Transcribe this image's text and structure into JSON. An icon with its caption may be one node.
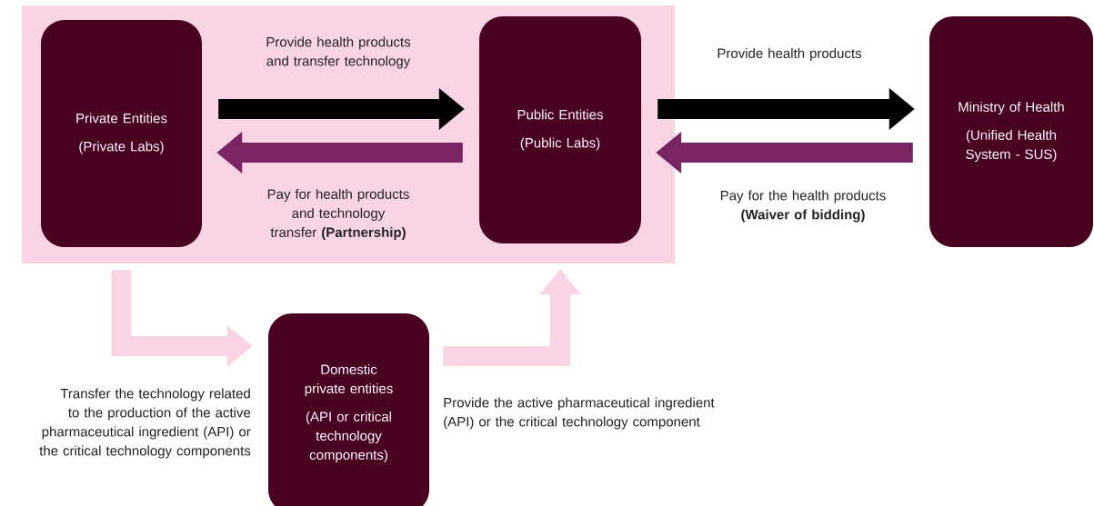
{
  "diagram": {
    "nodes": [
      {
        "text": [],
        "shape": "box"
      },
      {
        "text": [
          "Private Entities",
          "(Private Labs)"
        ],
        "in": 0
      },
      {
        "text": [
          "Public Entities",
          "(Public Labs)"
        ],
        "in": 0
      },
      {
        "text": [
          "Ministry of Health",
          "(Unified Health System - SUS)"
        ]
      },
      {
        "text": [
          "Domestic private entities",
          "(API or critical technology components)"
        ]
      }
    ],
    "edges": [
      {
        "from": 1,
        "to": 2,
        "arrow": "to",
        "label": "Provide health products and transfer technology",
        "color": "#000000"
      },
      {
        "from": 2,
        "to": 1,
        "arrow": "to",
        "label": "Pay for health products and technology transfer **(Partnership)**",
        "color": "#7a2463"
      },
      {
        "from": 2,
        "to": 3,
        "arrow": "to",
        "label": "Provide health products",
        "color": "#000000"
      },
      {
        "from": 3,
        "to": 2,
        "arrow": "to",
        "label": "Pay for the health products **(Waiver of bidding)**",
        "color": "#7a2463"
      },
      {
        "from": 1,
        "to": 4,
        "arrow": "to",
        "label": "Transfer the technology related to the production of the active pharmaceutical ingredient (API) or the critical technology components",
        "color": "#f9d4e4"
      },
      {
        "from": 4,
        "to": 2,
        "arrow": "to",
        "label": "Provide the active pharmaceutical ingredient (API) or the critical technology component",
        "color": "#f9d4e4"
      }
    ]
  }
}
